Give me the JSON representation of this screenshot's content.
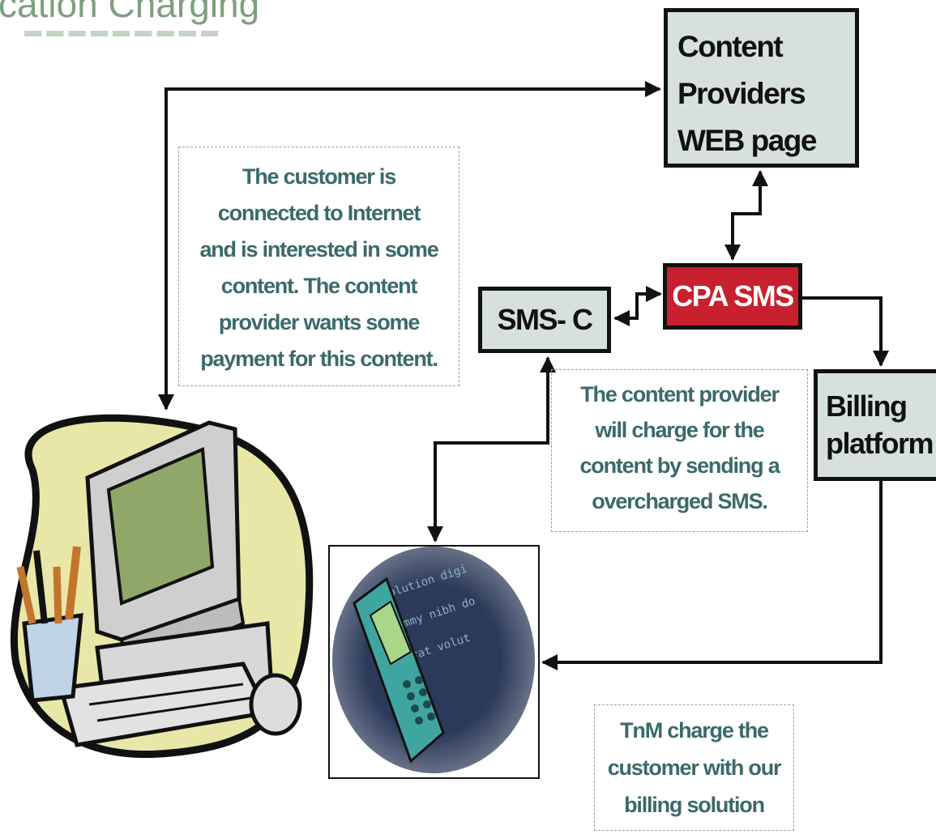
{
  "header": {
    "title": "cation Charging"
  },
  "boxes": {
    "content_providers": [
      "Content",
      "Providers",
      "WEB page"
    ],
    "cpa_sms": "CPA SMS",
    "sms_c": "SMS- C",
    "billing": [
      "Billing",
      "platform"
    ]
  },
  "notes": {
    "customer": [
      "The customer is",
      "connected to Internet",
      "and is interested in some",
      "content. The content",
      "provider wants some",
      "payment for this content."
    ],
    "provider": [
      "The content provider",
      "will charge for the",
      "content by sending a",
      "overcharged SMS."
    ],
    "tnm": [
      "TnM charge the",
      "customer with our",
      "billing solution"
    ]
  },
  "colors": {
    "title": "#7f9f7f",
    "box_fill": "#d6e1de",
    "cpa_fill": "#c8202f",
    "note_text": "#3b6a6a"
  },
  "icons": {
    "computer": "computer-clipart-icon",
    "phone": "mobile-phone-photo-icon"
  }
}
